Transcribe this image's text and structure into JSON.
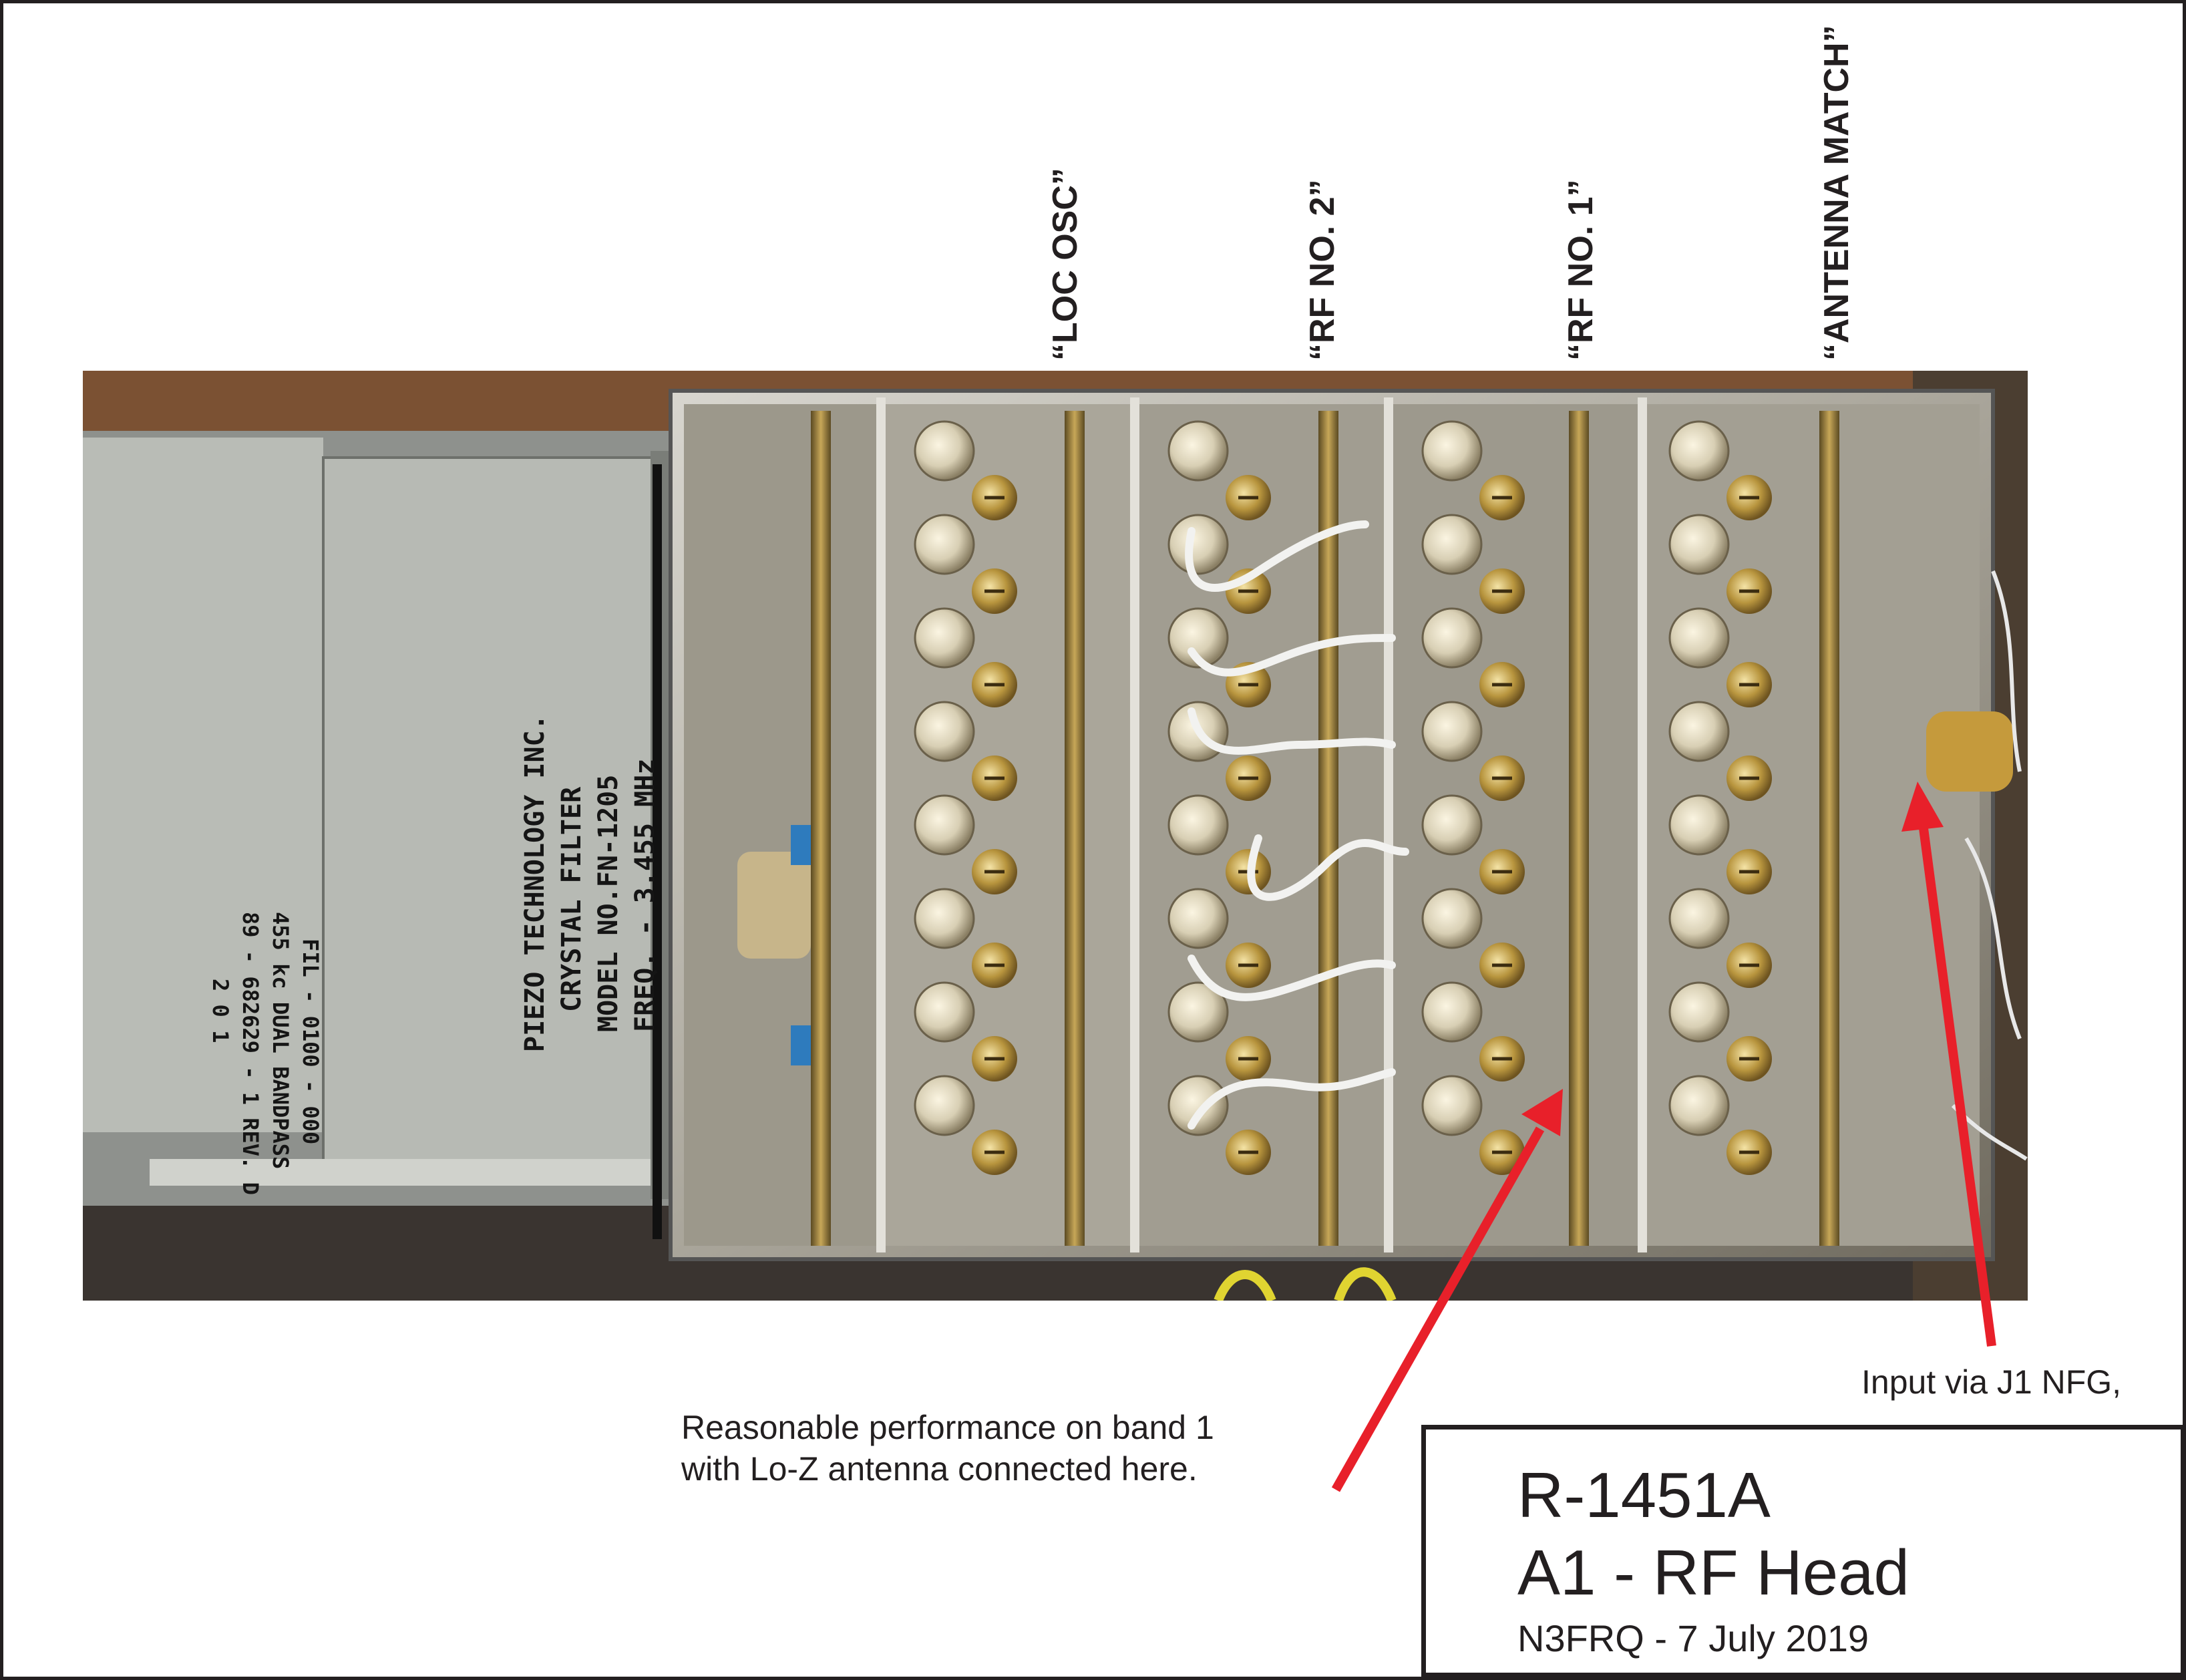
{
  "labels": {
    "loc_osc": "“LOC OSC”",
    "rf_no_2": "“RF NO. 2”",
    "rf_no_1": "“RF NO. 1”",
    "antenna_match": "“ANTENNA MATCH”"
  },
  "filter_label": {
    "line1": "PIEZO TECHNOLOGY INC.",
    "line2": "CRYSTAL FILTER",
    "line3": "MODEL NO.FN-1205",
    "line4": "FREQ. - 3.455 MHz"
  },
  "filter_label2": {
    "line1": "FIL - 0100 - 000",
    "line2": "455 kc DUAL BANDPASS",
    "line3": "89 - 682629 - 1 REV. D",
    "line4": "2 0 1"
  },
  "notes": {
    "input": "Input via J1 NFG,",
    "band_line1": "Reasonable performance on band 1",
    "band_line2": "with Lo-Z antenna connected here."
  },
  "title": {
    "model": "R-1451A",
    "subtitle": "A1 - RF Head",
    "credit": "N3FRQ - 7 July 2019"
  },
  "colors": {
    "arrow": "#e8202a",
    "text": "#231f20"
  }
}
